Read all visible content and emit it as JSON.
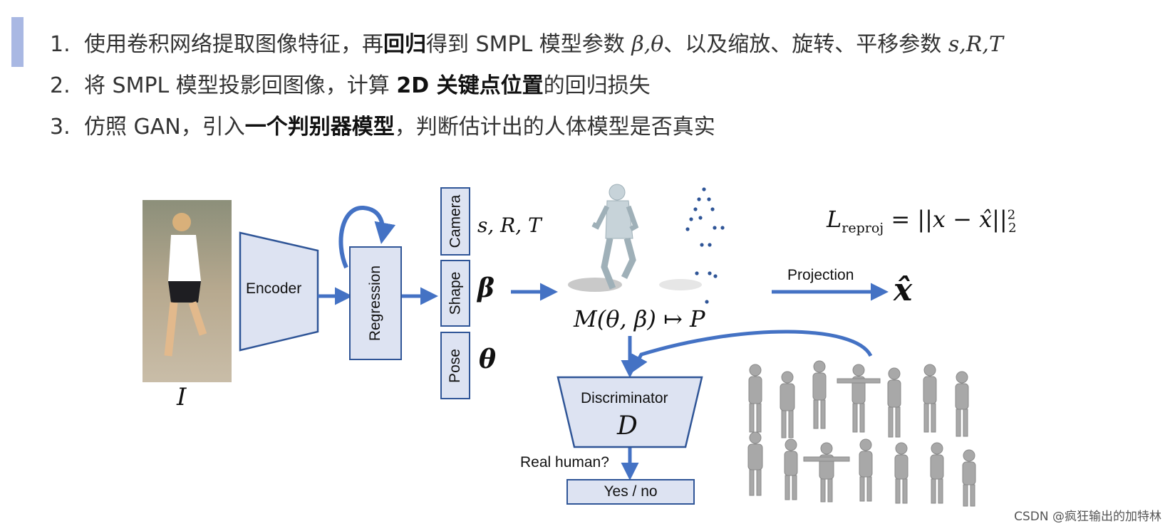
{
  "bullets": [
    {
      "num": "1.",
      "pre": "使用卷积网络提取图像特征，再",
      "bold": "回归",
      "mid": "得到 SMPL 模型参数 ",
      "math1": "β,θ",
      "post": "、以及缩放、旋转、平移参数 ",
      "math2": "s,R,T"
    },
    {
      "num": "2.",
      "pre": "将 SMPL 模型投影回图像，计算 ",
      "bold": "2D 关键点位置",
      "post": "的回归损失"
    },
    {
      "num": "3.",
      "pre": "仿照 GAN，引入",
      "bold": "一个判别器模型",
      "post": "，判断估计出的人体模型是否真实"
    }
  ],
  "diagram": {
    "input_label": "I",
    "encoder": "Encoder",
    "regression": "Regression",
    "camera": "Camera",
    "shape": "Shape",
    "pose": "Pose",
    "camera_params": "s, R, T",
    "shape_symbol": "β",
    "pose_symbol": "θ",
    "smpl_function": "M(θ, β) ↦ P",
    "loss": "L",
    "loss_sub": "reproj",
    "loss_rhs": " = ||x − x̂||",
    "loss_sup": "2",
    "loss_sub2": "2",
    "projection": "Projection",
    "xhat": "x̂",
    "discriminator": "Discriminator",
    "disc_symbol": "D",
    "question": "Real human?",
    "answer": "Yes / no"
  },
  "watermark": "CSDN @疯狂输出的加特林",
  "colors": {
    "arrow": "#4472c4",
    "box_border": "#2f5597",
    "box_fill": "#dde3f2",
    "accent": "#a9b8e3"
  }
}
